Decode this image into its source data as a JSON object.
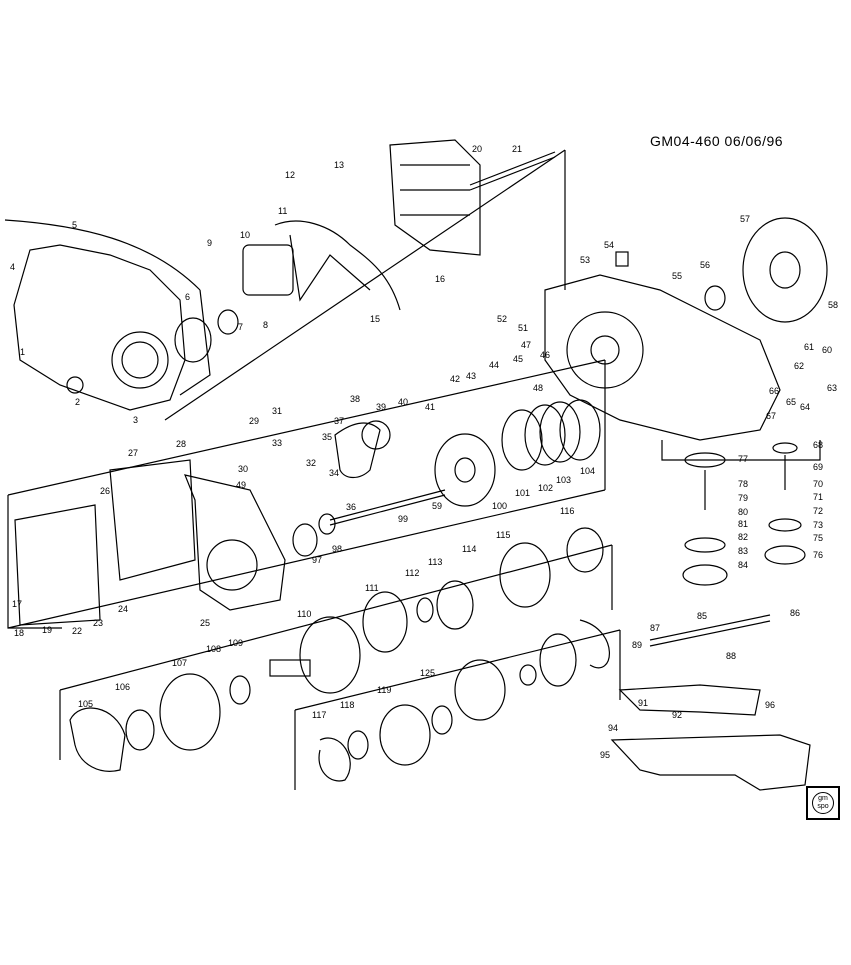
{
  "header": {
    "code": "GM04-460 06/06/96"
  },
  "logo": {
    "text": "gm spo"
  },
  "callouts": [
    "1",
    "2",
    "3",
    "4",
    "5",
    "6",
    "7",
    "8",
    "9",
    "10",
    "11",
    "12",
    "13",
    "15",
    "16",
    "17",
    "18",
    "19",
    "20",
    "21",
    "22",
    "23",
    "24",
    "25",
    "26",
    "27",
    "28",
    "29",
    "30",
    "31",
    "32",
    "33",
    "34",
    "35",
    "36",
    "37",
    "38",
    "39",
    "40",
    "41",
    "42",
    "43",
    "44",
    "45",
    "46",
    "47",
    "48",
    "49",
    "51",
    "52",
    "53",
    "54",
    "55",
    "56",
    "57",
    "58",
    "59",
    "60",
    "61",
    "62",
    "63",
    "64",
    "65",
    "66",
    "67",
    "68",
    "69",
    "70",
    "71",
    "72",
    "73",
    "75",
    "76",
    "77",
    "78",
    "79",
    "80",
    "81",
    "82",
    "83",
    "84",
    "85",
    "86",
    "87",
    "88",
    "89",
    "91",
    "92",
    "94",
    "95",
    "96",
    "97",
    "98",
    "99",
    "100",
    "101",
    "102",
    "103",
    "104",
    "105",
    "106",
    "107",
    "108",
    "109",
    "110",
    "111",
    "112",
    "113",
    "114",
    "115",
    "116",
    "117",
    "118",
    "119",
    "125"
  ]
}
